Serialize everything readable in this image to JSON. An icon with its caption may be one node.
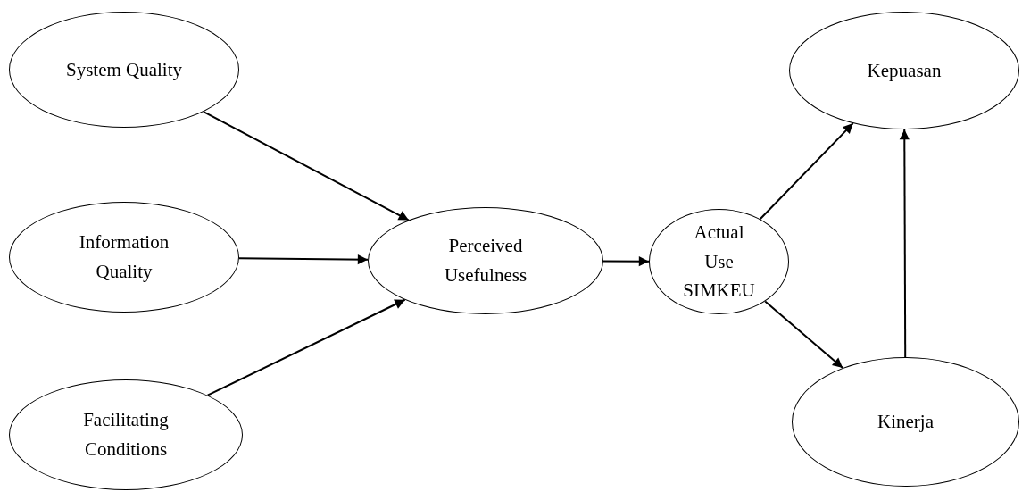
{
  "diagram": {
    "nodes": [
      {
        "text": [
          "System Quality"
        ]
      },
      {
        "text": [
          "Information Quality"
        ]
      },
      {
        "text": [
          "Facilitating Conditions"
        ]
      },
      {
        "text": [
          "Perceived Usefulness"
        ]
      },
      {
        "text": [
          "Actual Use SIMKEU"
        ]
      },
      {
        "text": [
          "Kepuasan"
        ]
      },
      {
        "text": [
          "Kinerja"
        ]
      }
    ],
    "edges": [
      {
        "from": 0,
        "to": 3,
        "arrow": "to"
      },
      {
        "from": 1,
        "to": 3,
        "arrow": "to"
      },
      {
        "from": 2,
        "to": 3,
        "arrow": "to"
      },
      {
        "from": 3,
        "to": 4,
        "arrow": "to"
      },
      {
        "from": 4,
        "to": 5,
        "arrow": "to"
      },
      {
        "from": 4,
        "to": 6,
        "arrow": "to"
      },
      {
        "from": 6,
        "to": 5,
        "arrow": "to"
      }
    ]
  }
}
